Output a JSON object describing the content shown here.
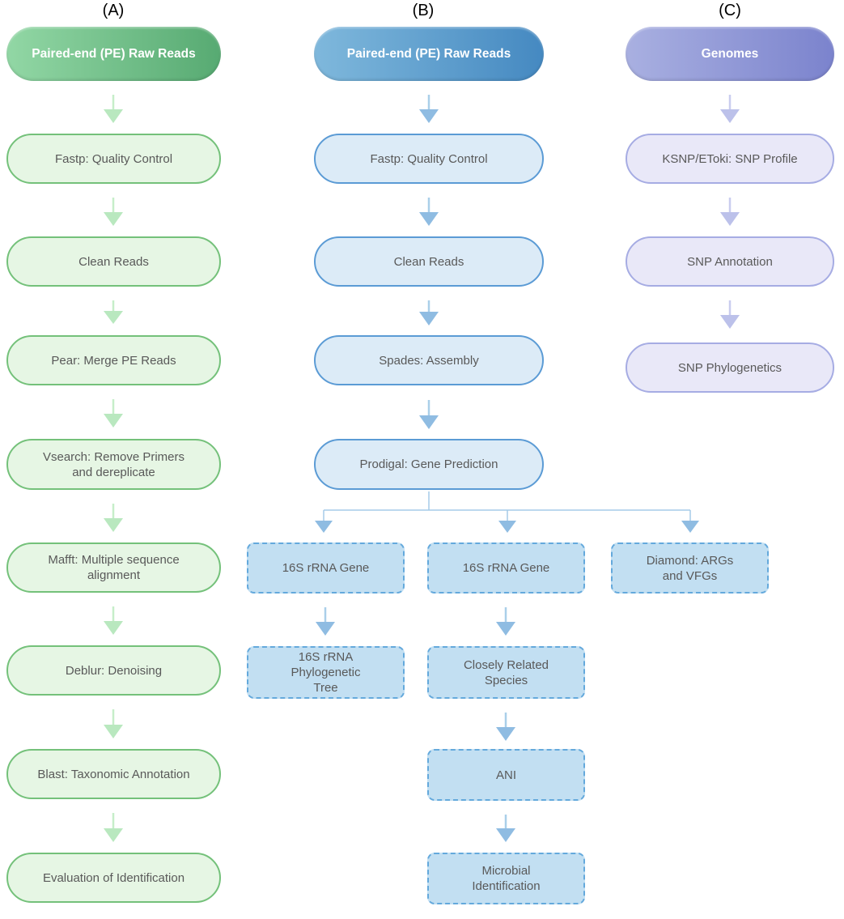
{
  "diagram": {
    "columns": [
      {
        "label": "(A)",
        "header": "Paired-end (PE) Raw Reads",
        "steps": [
          "Fastp: Quality Control",
          "Clean Reads",
          "Pear: Merge PE Reads",
          "Vsearch: Remove Primers and dereplicate",
          "Mafft: Multiple sequence alignment",
          "Deblur: Denoising",
          "Blast: Taxonomic Annotation",
          "Evaluation of Identification"
        ]
      },
      {
        "label": "(B)",
        "header": "Paired-end (PE) Raw Reads",
        "steps": [
          "Fastp: Quality Control",
          "Clean Reads",
          "Spades: Assembly",
          "Prodigal: Gene Prediction"
        ],
        "branch_left": [
          "16S rRNA Gene",
          "16S rRNA Phylogenetic Tree"
        ],
        "branch_middle": [
          "16S rRNA Gene",
          "Closely Related Species",
          "ANI",
          "Microbial Identification"
        ],
        "branch_right": [
          "Diamond: ARGs and VFGs"
        ]
      },
      {
        "label": "(C)",
        "header": "Genomes",
        "steps": [
          "KSNP/EToki: SNP Profile",
          "SNP Annotation",
          "SNP Phylogenetics"
        ]
      }
    ],
    "colors": {
      "green-grad-left": "#92d7a5",
      "green-grad-right": "#57aa72",
      "green-fill": "#e6f6e4",
      "green-border": "#74c17a",
      "green-arrow": "#c6eec9",
      "green-arrow-head": "#b9e8bf",
      "blue-grad-left": "#7fb8dc",
      "blue-grad-right": "#4589c1",
      "blue-fill": "#dcebf7",
      "blue-border": "#5b9bd5",
      "blue-arrow": "#aacfe9",
      "blue-arrow-head": "#8fbce2",
      "blue-branch": "#a5cbe8",
      "blue-dash-fill": "#c2dff2",
      "blue-dash-border": "#64a9dc",
      "purple-grad-left": "#a9b0e1",
      "purple-grad-right": "#7b83cd",
      "purple-fill": "#e9e8f8",
      "purple-border": "#a6ace3",
      "purple-arrow": "#c9cdef",
      "purple-arrow-head": "#bcc1ea",
      "node-text": "#595959"
    }
  }
}
